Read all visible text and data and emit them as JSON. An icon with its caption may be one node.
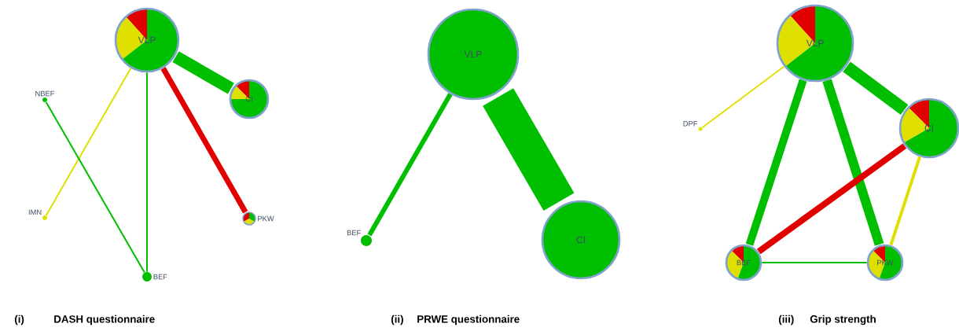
{
  "diagram": {
    "nodes": [
      {
        "text": [
          "VLP"
        ]
      },
      {
        "text": [
          "CI"
        ]
      },
      {
        "text": [
          "NBEF"
        ]
      },
      {
        "text": [
          "PKW"
        ]
      },
      {
        "text": [
          "IMN"
        ]
      },
      {
        "text": [
          "BEF"
        ]
      },
      {
        "text": [
          "VLP"
        ]
      },
      {
        "text": [
          "BEF"
        ]
      },
      {
        "text": [
          "CI"
        ]
      },
      {
        "text": [
          "VLP"
        ]
      },
      {
        "text": [
          "DPF"
        ]
      },
      {
        "text": [
          "CI"
        ]
      },
      {
        "text": [
          "BEF"
        ]
      },
      {
        "text": [
          "PKW"
        ]
      }
    ],
    "edges": [
      {
        "from": 0,
        "to": 1,
        "arrow": "none",
        "style": "thick"
      },
      {
        "from": 0,
        "to": 3,
        "arrow": "none",
        "color": "#e00000"
      },
      {
        "from": 0,
        "to": 5,
        "arrow": "none"
      },
      {
        "from": 0,
        "to": 4,
        "arrow": "none",
        "color": "#e0e000"
      },
      {
        "from": 2,
        "to": 5,
        "arrow": "none"
      },
      {
        "from": 6,
        "to": 8,
        "arrow": "none",
        "style": "thick"
      },
      {
        "from": 6,
        "to": 7,
        "arrow": "none"
      },
      {
        "from": 9,
        "to": 11,
        "arrow": "none",
        "style": "thick"
      },
      {
        "from": 9,
        "to": 12,
        "arrow": "none"
      },
      {
        "from": 9,
        "to": 13,
        "arrow": "none",
        "style": "thick"
      },
      {
        "from": 11,
        "to": 12,
        "arrow": "none",
        "color": "#e00000"
      },
      {
        "from": 11,
        "to": 13,
        "arrow": "none",
        "color": "#e0e000"
      },
      {
        "from": 12,
        "to": 13,
        "arrow": "none"
      },
      {
        "from": 9,
        "to": 10,
        "arrow": "none",
        "color": "#e0e000"
      }
    ],
    "labels": [
      "(i)",
      "DASH questionnaire",
      "(ii)",
      "PRWE questionnaire",
      "(iii)",
      "Grip strength"
    ]
  }
}
